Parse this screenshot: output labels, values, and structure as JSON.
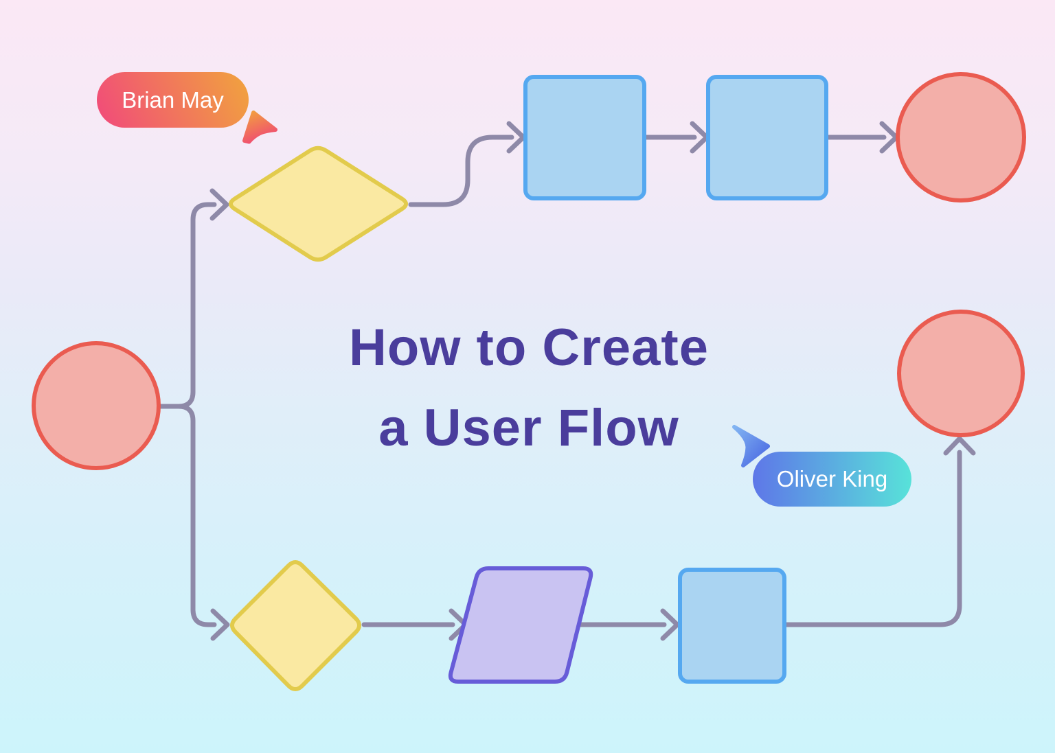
{
  "page": {
    "title_line1": "How to Create",
    "title_line2": "a User Flow"
  },
  "collaborators": {
    "brian": {
      "name": "Brian May",
      "pill_gradient_from": "#F1497B",
      "pill_gradient_to": "#F1A43D",
      "cursor_gradient_from": "#F2A23E",
      "cursor_gradient_to": "#F04E70"
    },
    "oliver": {
      "name": "Oliver King",
      "pill_gradient_from": "#5E77E8",
      "pill_gradient_to": "#58E2D9",
      "cursor_gradient_from": "#82B4F2",
      "cursor_gradient_to": "#4765E1"
    }
  },
  "palette": {
    "background_top": "#FBE8F5",
    "background_bottom": "#CDF4FB",
    "title_color": "#4A3D9C",
    "connector": "#8E89A8",
    "terminal_fill": "#F3AFA9",
    "terminal_stroke": "#EA5B50",
    "decision_fill": "#FAE9A2",
    "decision_stroke": "#E2CB4C",
    "process_fill": "#AAD4F2",
    "process_stroke": "#55A8F0",
    "io_fill": "#C9C3F2",
    "io_stroke": "#675CD8"
  },
  "diagram": {
    "nodes": [
      {
        "id": "start",
        "shape": "circle",
        "role": "start"
      },
      {
        "id": "decision-1",
        "shape": "diamond",
        "role": "decision"
      },
      {
        "id": "process-1",
        "shape": "rectangle",
        "role": "process"
      },
      {
        "id": "process-2",
        "shape": "rectangle",
        "role": "process"
      },
      {
        "id": "end-1",
        "shape": "circle",
        "role": "end"
      },
      {
        "id": "decision-2",
        "shape": "diamond",
        "role": "decision"
      },
      {
        "id": "input-output",
        "shape": "parallelogram",
        "role": "input-output"
      },
      {
        "id": "process-3",
        "shape": "rectangle",
        "role": "process"
      },
      {
        "id": "end-2",
        "shape": "circle",
        "role": "end"
      }
    ],
    "edges": [
      {
        "from": "start",
        "to": "decision-1"
      },
      {
        "from": "decision-1",
        "to": "process-1"
      },
      {
        "from": "process-1",
        "to": "process-2"
      },
      {
        "from": "process-2",
        "to": "end-1"
      },
      {
        "from": "start",
        "to": "decision-2"
      },
      {
        "from": "decision-2",
        "to": "input-output"
      },
      {
        "from": "input-output",
        "to": "process-3"
      },
      {
        "from": "process-3",
        "to": "end-2"
      }
    ]
  }
}
